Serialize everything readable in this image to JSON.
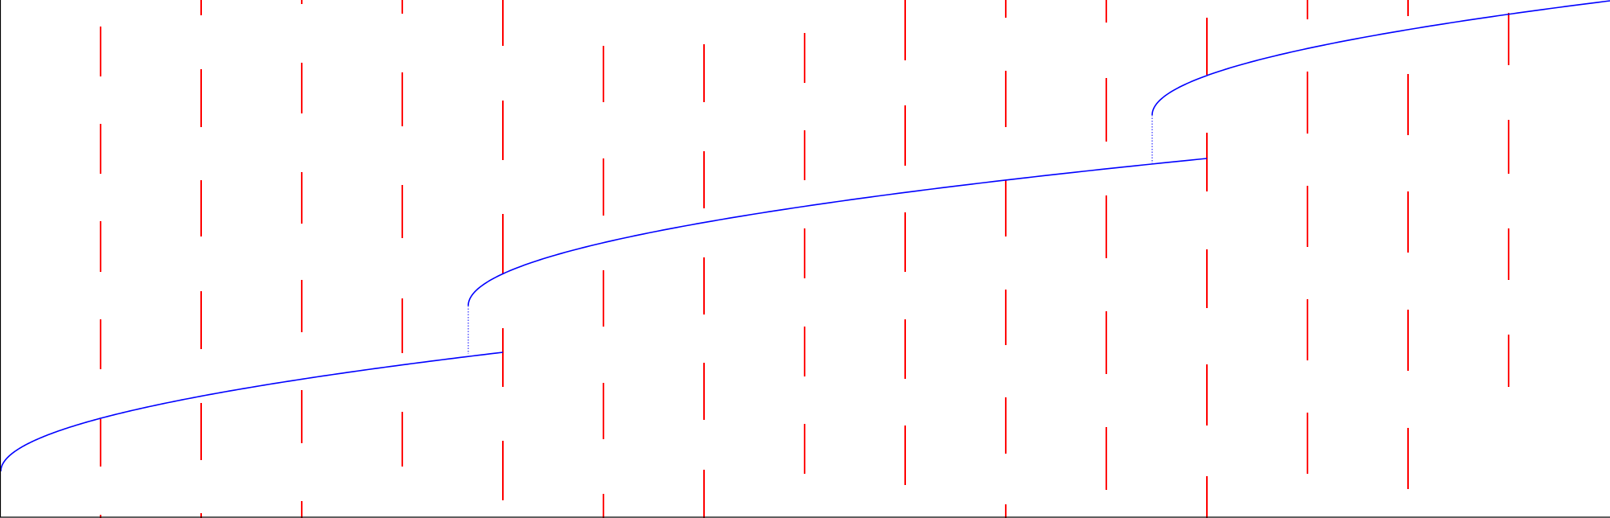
{
  "colors": {
    "background": "#ffffff",
    "axis": "#000000",
    "segment": "#ff0000",
    "curve": "#0000ff"
  },
  "elements": {
    "axes": "left-and-bottom-frame",
    "segments": "vertical-red-dashes",
    "curve": "blue-stepped-curve",
    "connectors": "blue-dotted-vertical"
  }
}
